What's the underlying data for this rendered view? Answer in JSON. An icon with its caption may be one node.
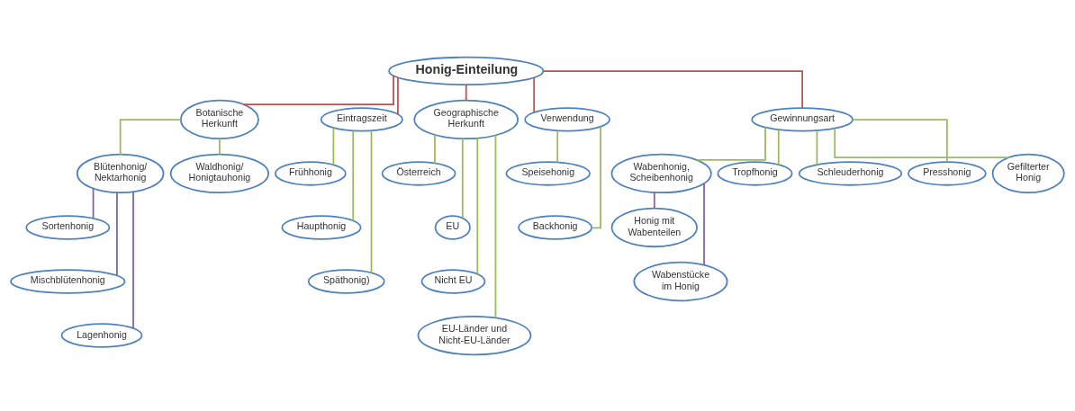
{
  "diagram": {
    "nodes": [
      {
        "text": [
          "Honig-Einteilung"
        ]
      },
      {
        "text": [
          "Botanische Herkunft"
        ]
      },
      {
        "text": [
          "Eintragszeit"
        ]
      },
      {
        "text": [
          "Geographische Herkunft"
        ]
      },
      {
        "text": [
          "Verwendung"
        ]
      },
      {
        "text": [
          "Gewinnungsart"
        ]
      },
      {
        "text": [
          "Blütenhonig/ Nektarhonig"
        ]
      },
      {
        "text": [
          "Waldhonig/ Honigtauhonig"
        ]
      },
      {
        "text": [
          "Frühhonig"
        ]
      },
      {
        "text": [
          "Österreich"
        ]
      },
      {
        "text": [
          "Speisehonig"
        ]
      },
      {
        "text": [
          "Wabenhonig, Scheibenhonig"
        ]
      },
      {
        "text": [
          "Tropfhonig"
        ]
      },
      {
        "text": [
          "Schleuderhonig"
        ]
      },
      {
        "text": [
          "Presshonig"
        ]
      },
      {
        "text": [
          "Gefilterter Honig"
        ]
      },
      {
        "text": [
          "Sortenhonig"
        ]
      },
      {
        "text": [
          "Haupthonig"
        ]
      },
      {
        "text": [
          "EU"
        ]
      },
      {
        "text": [
          "Backhonig"
        ]
      },
      {
        "text": [
          "Honig mit Wabenteilen"
        ]
      },
      {
        "text": [
          "Mischblütenhonig"
        ]
      },
      {
        "text": [
          "Späthonig)"
        ]
      },
      {
        "text": [
          "Nicht EU"
        ]
      },
      {
        "text": [
          "Wabenstücke im Honig"
        ]
      },
      {
        "text": [
          "Lagenhonig"
        ]
      },
      {
        "text": [
          "EU-Länder und Nicht-EU-Länder"
        ]
      }
    ],
    "edges": [
      {
        "from": 0,
        "to": 1,
        "arrow": "none",
        "color": "#c0504d"
      },
      {
        "from": 0,
        "to": 2,
        "arrow": "none",
        "color": "#c0504d"
      },
      {
        "from": 0,
        "to": 3,
        "arrow": "none",
        "color": "#c0504d"
      },
      {
        "from": 0,
        "to": 4,
        "arrow": "none",
        "color": "#c0504d"
      },
      {
        "from": 0,
        "to": 5,
        "arrow": "none",
        "color": "#c0504d"
      },
      {
        "from": 1,
        "to": 6,
        "arrow": "none"
      },
      {
        "from": 1,
        "to": 7,
        "arrow": "none"
      },
      {
        "from": 2,
        "to": 8,
        "arrow": "none"
      },
      {
        "from": 2,
        "to": 17,
        "arrow": "none"
      },
      {
        "from": 2,
        "to": 22,
        "arrow": "none"
      },
      {
        "from": 3,
        "to": 9,
        "arrow": "none"
      },
      {
        "from": 3,
        "to": 18,
        "arrow": "none"
      },
      {
        "from": 3,
        "to": 23,
        "arrow": "none"
      },
      {
        "from": 3,
        "to": 26,
        "arrow": "none"
      },
      {
        "from": 4,
        "to": 10,
        "arrow": "none"
      },
      {
        "from": 4,
        "to": 19,
        "arrow": "none"
      },
      {
        "from": 5,
        "to": 11,
        "arrow": "none"
      },
      {
        "from": 5,
        "to": 12,
        "arrow": "none"
      },
      {
        "from": 5,
        "to": 13,
        "arrow": "none"
      },
      {
        "from": 5,
        "to": 14,
        "arrow": "none"
      },
      {
        "from": 5,
        "to": 15,
        "arrow": "none"
      },
      {
        "from": 6,
        "to": 16,
        "arrow": "none",
        "color": "#8064a2"
      },
      {
        "from": 6,
        "to": 21,
        "arrow": "none",
        "color": "#8064a2"
      },
      {
        "from": 6,
        "to": 25,
        "arrow": "none",
        "color": "#8064a2"
      },
      {
        "from": 11,
        "to": 20,
        "arrow": "none",
        "color": "#8064a2"
      },
      {
        "from": 11,
        "to": 24,
        "arrow": "none",
        "color": "#8064a2"
      }
    ]
  }
}
